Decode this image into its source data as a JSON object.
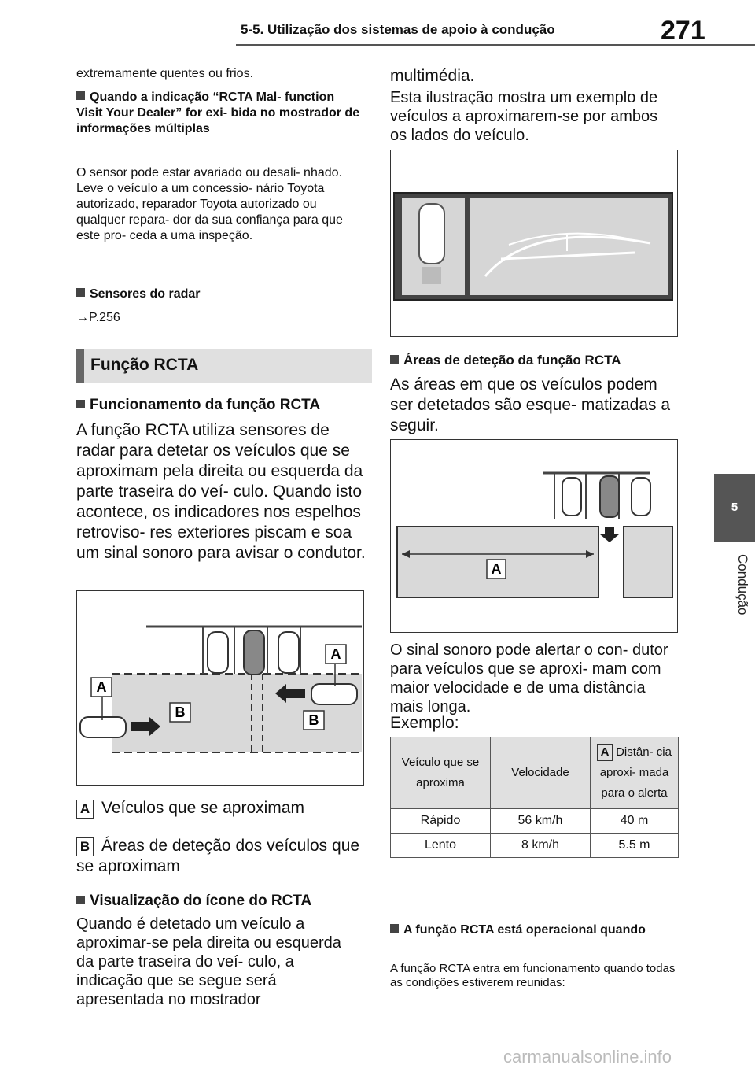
{
  "header": {
    "section": "5-5. Utilização dos sistemas de apoio à condução",
    "page": "271"
  },
  "side_tab": {
    "number": "5",
    "label": "Condução"
  },
  "left": {
    "p0": "extremamente quentes ou frios.",
    "h1": "Quando a indicação “RCTA Mal- function Visit Your Dealer” for exi- bida no mostrador de informações múltiplas",
    "p1": "O sensor pode estar avariado ou desali- nhado. Leve o veículo a um concessio- nário Toyota autorizado, reparador Toyota autorizado ou qualquer repara- dor da sua confiança para que este pro- ceda a uma inspeção.",
    "h2": "Sensores do radar",
    "p2": "→P.256",
    "section": "Função RCTA",
    "h3": "Funcionamento da função RCTA",
    "p3": "A função RCTA utiliza sensores de radar para detetar os veículos que se aproximam pela direita ou esquerda da parte traseira do veí- culo. Quando isto acontece, os indicadores nos espelhos retroviso- res exteriores piscam e soa um sinal sonoro para avisar o condutor.",
    "fig_labels": {
      "a": "A",
      "b": "B"
    },
    "legend_a_key": "A",
    "legend_a": "Veículos que se aproximam",
    "legend_b_key": "B",
    "legend_b": "Áreas de deteção dos veículos que se aproximam",
    "h4": "Visualização do ícone do RCTA",
    "p4": "Quando é detetado um veículo a aproximar-se pela direita ou esquerda da parte traseira do veí- culo, a indicação que se segue será apresentada no mostrador"
  },
  "right": {
    "p0": "multimédia.",
    "p1": "Esta ilustração mostra um exemplo de veículos a aproximarem-se por ambos os lados do veículo.",
    "h1": "Áreas de deteção da função RCTA",
    "p2": "As áreas em que os veículos podem ser detetados são esque- matizadas a seguir.",
    "fig_label": "A",
    "p3": "O sinal sonoro pode alertar o con- dutor para veículos que se aproxi- mam com maior velocidade e de uma distância mais longa.",
    "p4": "Exemplo:",
    "table": {
      "headers": [
        "Veículo que se aproxima",
        "Velocidade",
        "Distân- cia aproxi- mada para o alerta"
      ],
      "header3_key": "A",
      "rows": [
        [
          "Rápido",
          "56 km/h",
          "40 m"
        ],
        [
          "Lento",
          "8 km/h",
          "5.5 m"
        ]
      ]
    },
    "h2": "A função RCTA está operacional quando",
    "p5": "A função RCTA entra em funcionamento quando todas as condições estiverem reunidas:"
  },
  "watermark": "carmanualsonline.info"
}
